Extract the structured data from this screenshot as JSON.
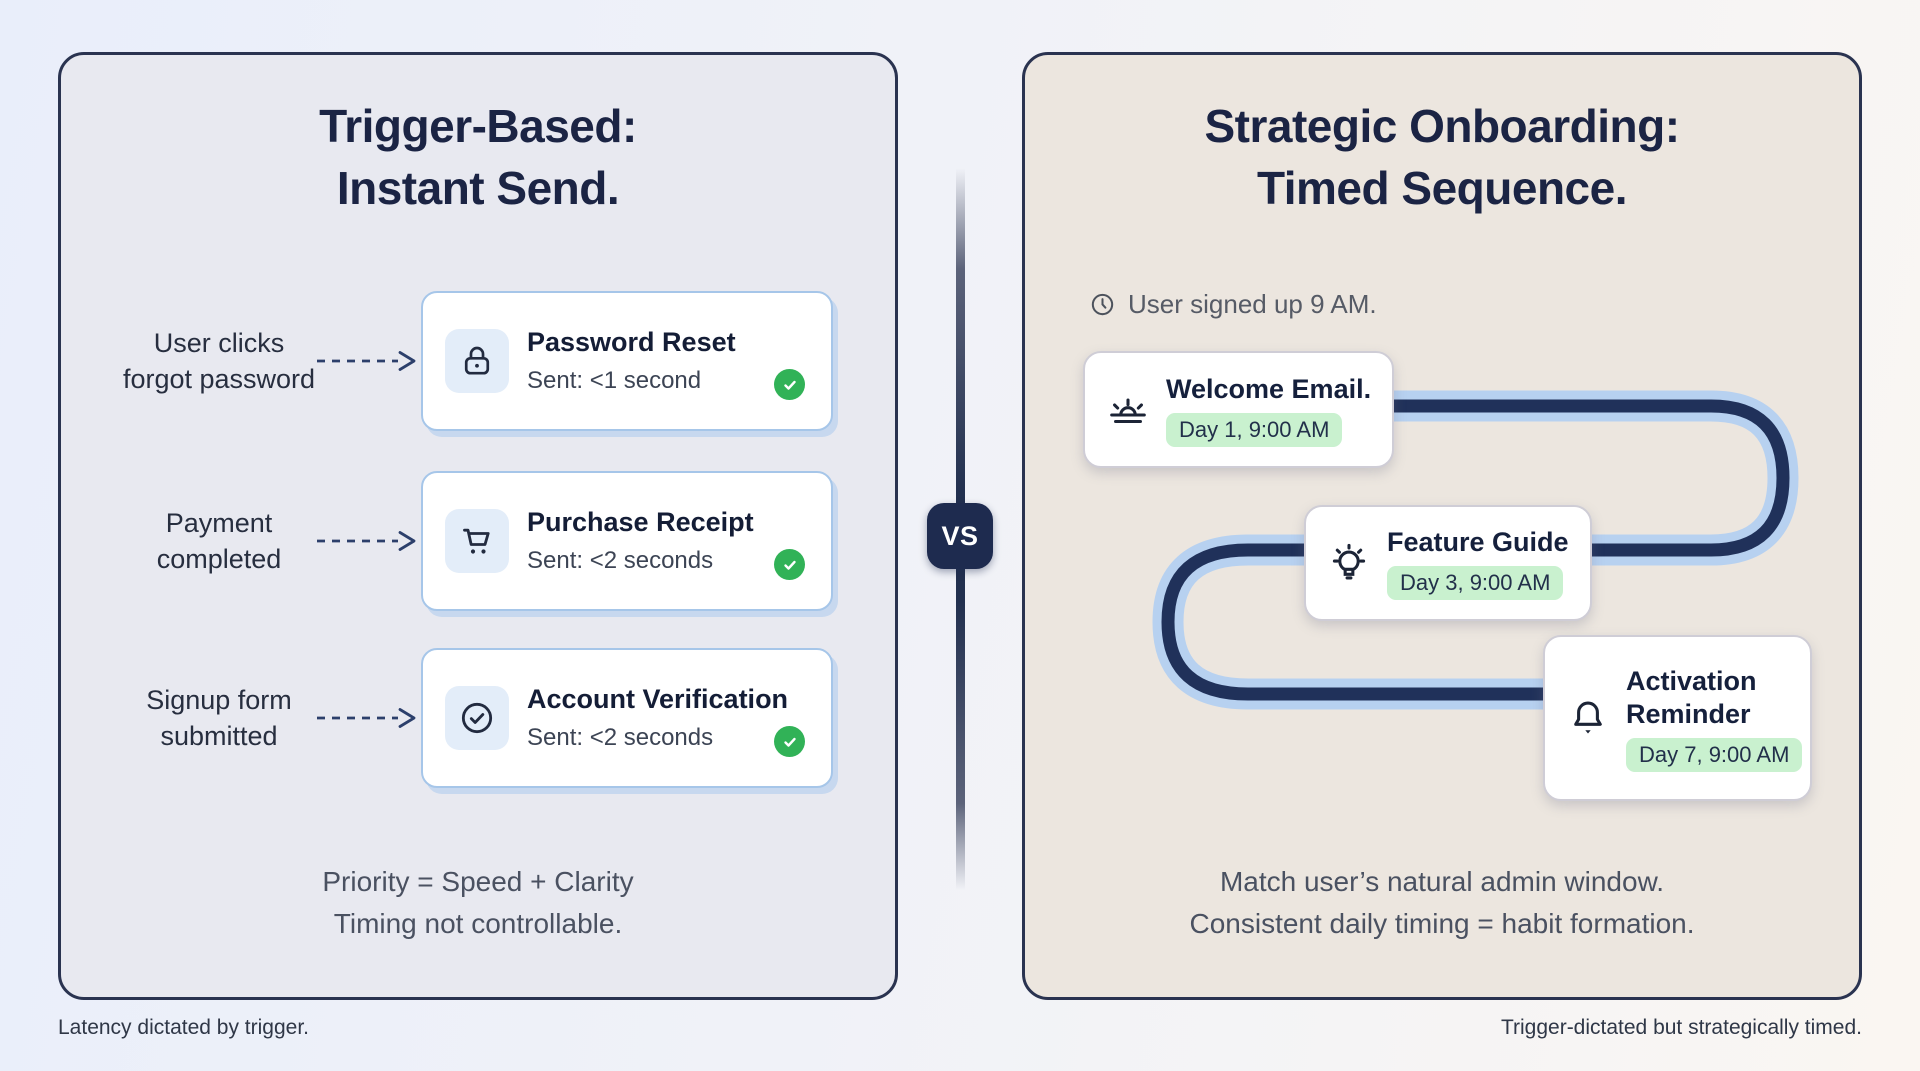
{
  "colors": {
    "accent_navy": "#1e2b4f",
    "panel_left_bg": "#e8e9f0",
    "panel_right_bg": "#ece6df",
    "card_border_blue": "#a6c6e9",
    "icon_tile_blue": "#e3edf9",
    "path_outer_blue": "#b7d1f0",
    "path_inner_navy": "#20315a",
    "badge_green_bg": "#c9f1cf",
    "check_green": "#31b257"
  },
  "divider": {
    "vs": "VS"
  },
  "captions": {
    "left": "Latency dictated by trigger.",
    "right": "Trigger-dictated but strategically timed."
  },
  "left_panel": {
    "title_line1": "Trigger-Based:",
    "title_line2": "Instant Send.",
    "rows": [
      {
        "trigger_line1": "User clicks",
        "trigger_line2": "forgot password",
        "icon": "lock-icon",
        "title": "Password Reset",
        "subtitle": "Sent: <1 second"
      },
      {
        "trigger_line1": "Payment",
        "trigger_line2": "completed",
        "icon": "cart-icon",
        "title": "Purchase Receipt",
        "subtitle": "Sent: <2 seconds"
      },
      {
        "trigger_line1": "Signup form",
        "trigger_line2": "submitted",
        "icon": "circle-check-icon",
        "title": "Account Verification",
        "subtitle": "Sent: <2 seconds"
      }
    ],
    "footer_line1": "Priority = Speed + Clarity",
    "footer_line2": "Timing not controllable."
  },
  "right_panel": {
    "title_line1": "Strategic Onboarding:",
    "title_line2": "Timed Sequence.",
    "signup_note": "User signed up 9 AM.",
    "steps": [
      {
        "icon": "sunrise-icon",
        "title": "Welcome Email.",
        "badge": "Day 1, 9:00 AM"
      },
      {
        "icon": "lightbulb-icon",
        "title": "Feature Guide",
        "badge": "Day 3, 9:00 AM"
      },
      {
        "icon": "bell-icon",
        "title": "Activation Reminder",
        "badge": "Day 7, 9:00 AM"
      }
    ],
    "footer_line1": "Match user’s natural admin window.",
    "footer_line2": "Consistent daily timing = habit formation."
  }
}
